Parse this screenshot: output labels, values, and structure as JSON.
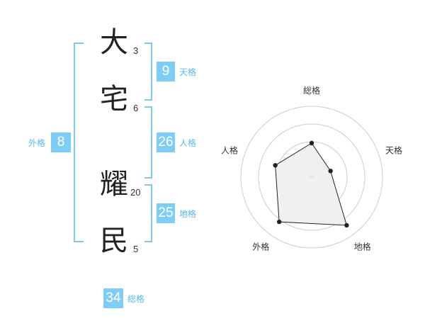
{
  "name": {
    "chars": [
      {
        "char": "大",
        "strokes": "3"
      },
      {
        "char": "宅",
        "strokes": "6"
      },
      {
        "char": "耀",
        "strokes": "20"
      },
      {
        "char": "民",
        "strokes": "5"
      }
    ]
  },
  "kakusu": {
    "tenkaku": {
      "label": "天格",
      "value": "9"
    },
    "jinkaku": {
      "label": "人格",
      "value": "26"
    },
    "chikaku": {
      "label": "地格",
      "value": "25"
    },
    "gaikaku": {
      "label": "外格",
      "value": "8"
    },
    "soukaku": {
      "label": "総格",
      "value": "34"
    }
  },
  "chart_data": {
    "type": "radar",
    "axes": [
      "総格",
      "天格",
      "地格",
      "外格",
      "人格"
    ],
    "values": [
      0.48,
      0.28,
      0.84,
      0.78,
      0.54
    ],
    "rings": 4,
    "range": [
      0,
      1
    ],
    "colors": {
      "fill": "#eeeeee",
      "line": "#222222",
      "grid": "#cccccc",
      "center": "#bbbbbb"
    }
  }
}
